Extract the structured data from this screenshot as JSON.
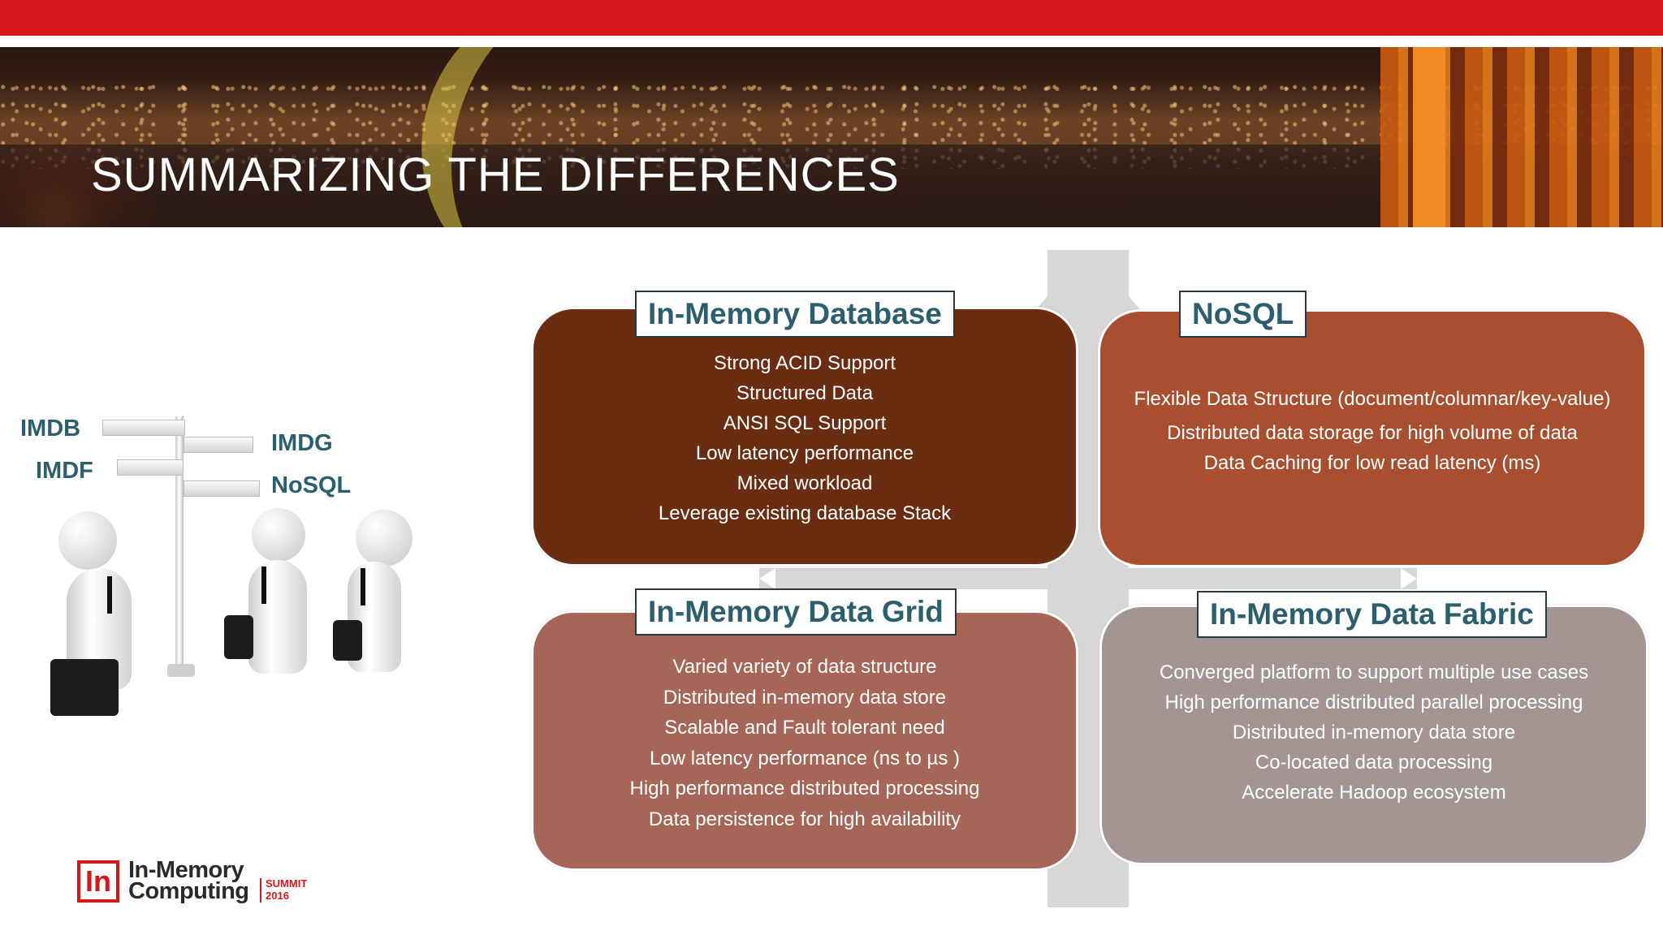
{
  "slide": {
    "title": "SUMMARIZING THE DIFFERENCES"
  },
  "illustration": {
    "labels": [
      "IMDB",
      "IMDF",
      "IMDG",
      "NoSQL"
    ]
  },
  "quadrants": {
    "imdb": {
      "title": "In-Memory Database",
      "items": [
        "Strong ACID Support",
        "Structured Data",
        "ANSI SQL Support",
        "Low latency performance",
        "Mixed workload",
        "Leverage existing database Stack"
      ]
    },
    "nosql": {
      "title": "NoSQL",
      "items": [
        "Flexible Data Structure (document/columnar/key-value)",
        "Distributed data storage for high volume of data",
        "Data Caching for low read latency (ms)"
      ]
    },
    "imdg": {
      "title": "In-Memory Data Grid",
      "items": [
        "Varied variety of data structure",
        "Distributed in-memory data store",
        "Scalable and Fault tolerant need",
        "Low latency performance (ns to µs )",
        "High performance distributed processing",
        "Data persistence for high availability"
      ]
    },
    "imdf": {
      "title": "In-Memory Data Fabric",
      "items": [
        "Converged platform to support multiple use cases",
        "High performance distributed  parallel processing",
        "Distributed in-memory data store",
        "Co-located data processing",
        "Accelerate Hadoop ecosystem"
      ]
    }
  },
  "logo": {
    "mark": "In",
    "line1": "In-Memory",
    "line2": "Computing",
    "summit": "SUMMIT",
    "year": "2016"
  },
  "colors": {
    "brand_red": "#d4181b",
    "imdb_box": "#6b2d12",
    "nosql_box": "#a84f2f",
    "imdg_box": "#a66657",
    "imdf_box": "#a49592",
    "title_text": "#2b5f6e"
  }
}
